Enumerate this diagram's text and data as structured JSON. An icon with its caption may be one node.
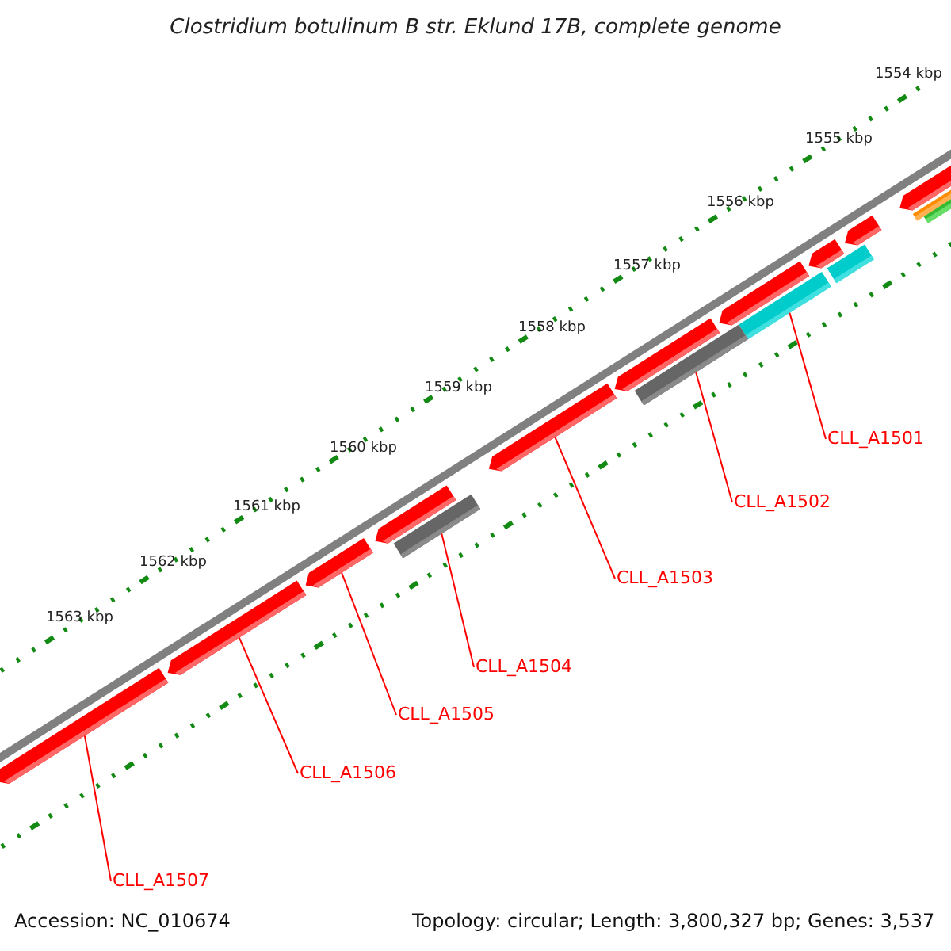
{
  "diagram": {
    "title": "Clostridium botulinum B str. Eklund 17B, complete genome",
    "nodes": [
      {
        "text": [
          "CLL_A1501"
        ]
      },
      {
        "text": [
          "CLL_A1502"
        ]
      },
      {
        "text": [
          "CLL_A1503"
        ]
      },
      {
        "text": [
          "CLL_A1504"
        ]
      },
      {
        "text": [
          "CLL_A1505"
        ]
      },
      {
        "text": [
          "CLL_A1506"
        ]
      },
      {
        "text": [
          "CLL_A1507"
        ]
      },
      {
        "text": [],
        "shape": "bar"
      },
      {
        "text": [],
        "shape": "bar"
      },
      {
        "text": [],
        "shape": "bar"
      },
      {
        "text": [],
        "shape": "bar"
      },
      {
        "text": [],
        "shape": "bar"
      },
      {
        "text": [],
        "shape": "bar"
      },
      {
        "text": [],
        "shape": "bar"
      }
    ],
    "edges": [
      {
        "from": 0,
        "to": 7,
        "arrow": "none"
      },
      {
        "from": 1,
        "to": 8,
        "arrow": "none"
      },
      {
        "from": 2,
        "to": 9,
        "arrow": "none"
      },
      {
        "from": 3,
        "to": 10,
        "arrow": "none"
      },
      {
        "from": 4,
        "to": 11,
        "arrow": "none"
      },
      {
        "from": 5,
        "to": 12,
        "arrow": "none"
      },
      {
        "from": 6,
        "to": 13,
        "arrow": "none"
      }
    ],
    "labels": [
      "1554 kbp",
      "1555 kbp",
      "1556 kbp",
      "1557 kbp",
      "1558 kbp",
      "1559 kbp",
      "1560 kbp",
      "1561 kbp",
      "1562 kbp",
      "1563 kbp",
      "Accession: NC_010674",
      "Topology: circular; Length: 3,800,327 bp; Genes: 3,537"
    ]
  }
}
